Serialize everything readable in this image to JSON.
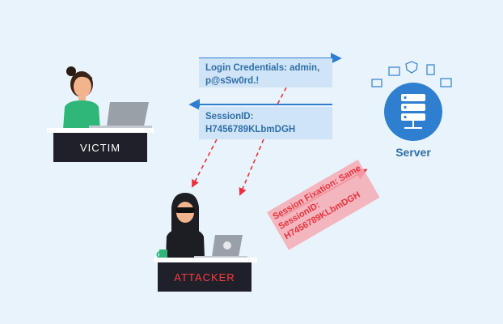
{
  "messages": {
    "login": "Login Credentials: admin, p@sSw0rd.!",
    "session": "SessionID: H7456789KLbmDGH"
  },
  "labels": {
    "victim": "VICTIM",
    "attacker": "ATTACKER",
    "server": "Server"
  },
  "fixation": {
    "text": "Session Fixation: Same SessionID: H7456789KLbmDGH"
  },
  "colors": {
    "background": "#e9f3fb",
    "message_box": "#cfe4f6",
    "message_text": "#2f6fa8",
    "server_circle": "#2f7fd1",
    "arrow_blue": "#2f7fd1",
    "arrow_red": "#e8323b",
    "desk_dark": "#20202a",
    "attacker_text": "#ff3b3b"
  },
  "icons": [
    "person-victim",
    "person-attacker-hooded",
    "laptop-icon",
    "server-rack-icon",
    "mail-icon",
    "shield-icon",
    "folder-icon",
    "document-icon",
    "skull-icon",
    "coffee-mug-icon"
  ]
}
